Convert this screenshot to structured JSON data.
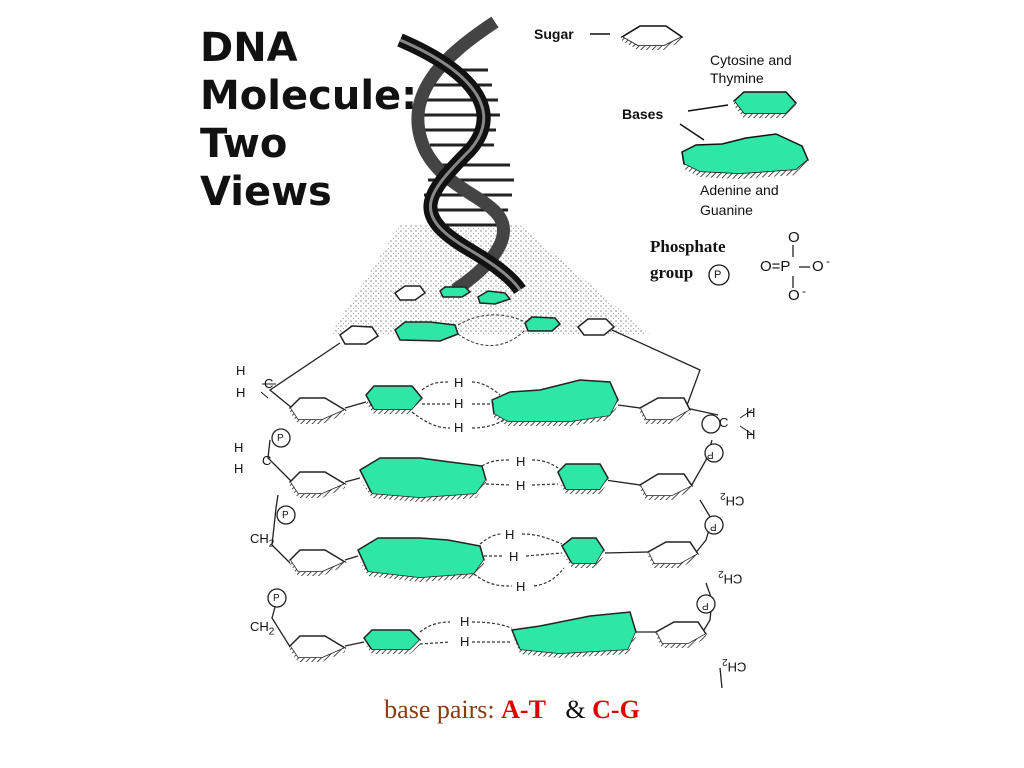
{
  "title": {
    "lines": [
      "DNA",
      "Molecule:",
      "Two",
      "Views"
    ]
  },
  "legend": {
    "sugar_label": "Sugar",
    "bases_label": "Bases",
    "cytosine_thymine_line1": "Cytosine and",
    "cytosine_thymine_line2": "Thymine",
    "adenine_guanine_line1": "Adenine and",
    "adenine_guanine_line2": "Guanine",
    "phosphate_line1": "Phosphate",
    "phosphate_line2": "group",
    "phosphate_symbol": "P",
    "phosphate_formula": {
      "o_top": "O",
      "o_left": "O=P",
      "o_right": "O",
      "o_bottom": "O",
      "minus": "-"
    },
    "base_color": "#2ee6a6"
  },
  "chemistry": {
    "h": "H",
    "c": "C",
    "ch2": "CH",
    "ch2_sub": "2",
    "p": "P"
  },
  "caption": {
    "main": "base pairs:",
    "pair1": "A-T",
    "amp": "&",
    "pair2": "C-G"
  }
}
